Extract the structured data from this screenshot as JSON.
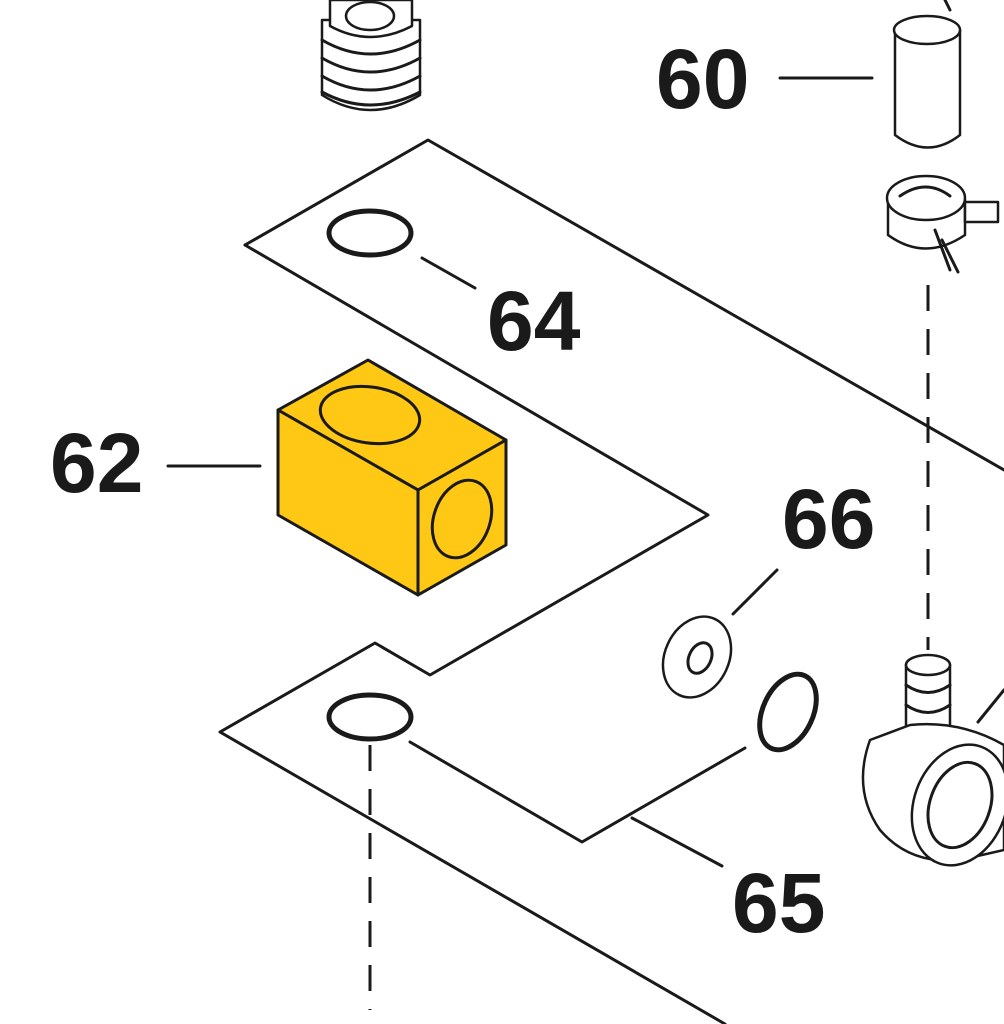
{
  "parts": {
    "part_60": {
      "number": "60"
    },
    "part_62": {
      "number": "62",
      "highlight_color": "#FFC814"
    },
    "part_64": {
      "number": "64"
    },
    "part_65": {
      "number": "65"
    },
    "part_66": {
      "number": "66"
    }
  },
  "colors": {
    "line": "#1a1a1a",
    "background": "#ffffff",
    "highlight": "#FFC814"
  }
}
